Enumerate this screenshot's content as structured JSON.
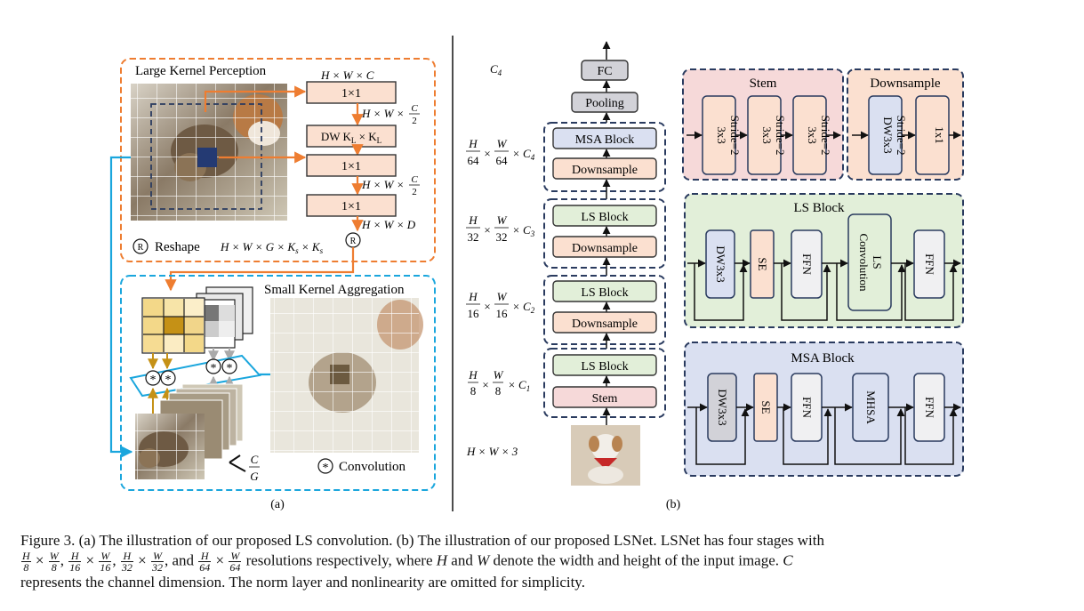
{
  "panel_a": {
    "lkp_title": "Large Kernel Perception",
    "ska_title": "Small Kernel Aggregation",
    "dim_hwc": "H × W × C",
    "box_1x1": "1×1",
    "dim_hw": "H × W ×",
    "frac_c": "C",
    "frac_2": "2",
    "dw_prefix": "DW K",
    "dw_mid": " × K",
    "sub_l": "L",
    "dim_hwd": "H × W × D",
    "reshape_symbol": "R",
    "reshape_label": "Reshape",
    "reshape_dims": "H × W × G × K",
    "sub_s": "s",
    "conv_symbol": "*",
    "conv_label": "Convolution",
    "frac_g": "G",
    "panel_label": "(a)"
  },
  "panel_b": {
    "fc": "FC",
    "pooling": "Pooling",
    "msa_block": "MSA Block",
    "downsample": "Downsample",
    "ls_block": "LS Block",
    "stem": "Stem",
    "c4_top": "C",
    "sub4": "4",
    "dim_h": "H",
    "dim_w": "W",
    "d64": "64",
    "d32": "32",
    "d16": "16",
    "d8": "8",
    "times": "×",
    "times_c": "× C",
    "sub1": "1",
    "sub2": "2",
    "sub3": "3",
    "input_dims": "H × W × 3",
    "stem_panel_title": "Stem",
    "stride2": "Stride=2",
    "k3x3": "3x3",
    "dw3x3": "DW3x3",
    "k1x1": "1x1",
    "downsample_panel_title": "Downsample",
    "ls_panel_title": "LS Block",
    "se": "SE",
    "ffn": "FFN",
    "ls_conv_1": "LS",
    "ls_conv_2": "Convolution",
    "msa_panel_title": "MSA Block",
    "mhsa": "MHSA",
    "panel_label": "(b)"
  },
  "caption": {
    "s1": "Figure 3.  (a) The illustration of our proposed LS convolution.  (b) The illustration of our proposed LSNet.  LSNet has four stages with",
    "h": "H",
    "w": "W",
    "n8": "8",
    "n16": "16",
    "n32": "32",
    "n64": "64",
    "times": "×",
    "comma": ",",
    "and": ", and",
    "s2": " resolutions respectively, where ",
    "s3": " and ",
    "s4": " denote the width and height of the input image. ",
    "c": "C",
    "s5": "represents the channel dimension. The norm layer and nonlinearity are omitted for simplicity."
  },
  "colors": {
    "orange_accent": "#ee7d31",
    "blue_accent": "#1aa6dd",
    "navy": "#2a3b5f",
    "peach": "#fbe0d0",
    "pink": "#f6d9d9",
    "green": "#e2efd9",
    "lavender": "#dae0f1",
    "gold": "#c59116"
  },
  "icons": [
    "cat-photo",
    "dog-photo",
    "reshape-circle-icon",
    "convolution-circle-icon",
    "arrow-icon"
  ]
}
